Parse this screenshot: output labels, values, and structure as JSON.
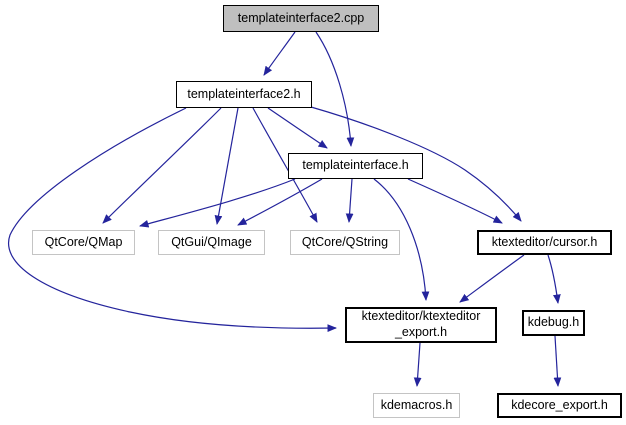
{
  "diagram": {
    "title": "templateinterface2.cpp include dependency graph",
    "background_color": "#ffffff",
    "edge_color": "#24249c",
    "current_node_fill": "#bfbfbf",
    "external_border_color": "#c4c4c4",
    "nodes": [
      {
        "id": "templateinterface2-cpp",
        "label": "templateinterface2.cpp",
        "kind": "current"
      },
      {
        "id": "templateinterface2-h",
        "label": "templateinterface2.h",
        "kind": "documented"
      },
      {
        "id": "templateinterface-h",
        "label": "templateinterface.h",
        "kind": "documented"
      },
      {
        "id": "qtcore-qmap",
        "label": "QtCore/QMap",
        "kind": "external"
      },
      {
        "id": "qtgui-qimage",
        "label": "QtGui/QImage",
        "kind": "external"
      },
      {
        "id": "qtcore-qstring",
        "label": "QtCore/QString",
        "kind": "external"
      },
      {
        "id": "ktexteditor-cursor-h",
        "label": "ktexteditor/cursor.h",
        "kind": "documented-bold"
      },
      {
        "id": "ktexteditor-export-h",
        "label": "ktexteditor/ktexteditor\n_export.h",
        "kind": "documented-bold"
      },
      {
        "id": "kdebug-h",
        "label": "kdebug.h",
        "kind": "documented-bold"
      },
      {
        "id": "kdemacros-h",
        "label": "kdemacros.h",
        "kind": "external"
      },
      {
        "id": "kdecore-export-h",
        "label": "kdecore_export.h",
        "kind": "documented-bold"
      }
    ],
    "edges": [
      {
        "from": "templateinterface2-cpp",
        "to": "templateinterface2-h"
      },
      {
        "from": "templateinterface2-cpp",
        "to": "templateinterface-h"
      },
      {
        "from": "templateinterface2-h",
        "to": "qtcore-qmap"
      },
      {
        "from": "templateinterface2-h",
        "to": "qtgui-qimage"
      },
      {
        "from": "templateinterface2-h",
        "to": "qtcore-qstring"
      },
      {
        "from": "templateinterface2-h",
        "to": "templateinterface-h"
      },
      {
        "from": "templateinterface2-h",
        "to": "ktexteditor-cursor-h"
      },
      {
        "from": "templateinterface2-h",
        "to": "ktexteditor-export-h"
      },
      {
        "from": "templateinterface-h",
        "to": "qtcore-qmap"
      },
      {
        "from": "templateinterface-h",
        "to": "qtgui-qimage"
      },
      {
        "from": "templateinterface-h",
        "to": "qtcore-qstring"
      },
      {
        "from": "templateinterface-h",
        "to": "ktexteditor-cursor-h"
      },
      {
        "from": "templateinterface-h",
        "to": "ktexteditor-export-h"
      },
      {
        "from": "ktexteditor-cursor-h",
        "to": "ktexteditor-export-h"
      },
      {
        "from": "ktexteditor-cursor-h",
        "to": "kdebug-h"
      },
      {
        "from": "ktexteditor-export-h",
        "to": "kdemacros-h"
      },
      {
        "from": "kdebug-h",
        "to": "kdecore-export-h"
      }
    ]
  }
}
